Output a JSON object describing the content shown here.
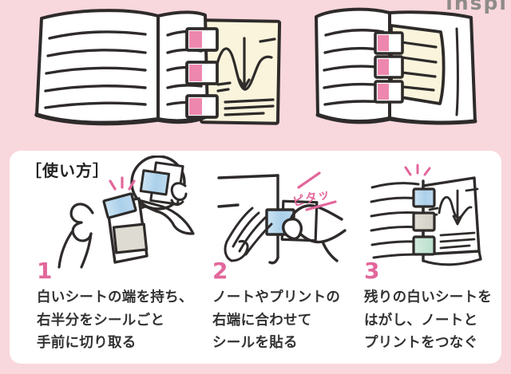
{
  "brand": {
    "logo_text": "inspi",
    "logo_dot_icon": "lightbulb"
  },
  "usage": {
    "title": "［使い方］",
    "steps": [
      {
        "number": "1",
        "lines": [
          "白いシートの端を持ち、",
          "右半分をシールごと",
          "手前に切り取る"
        ]
      },
      {
        "number": "2",
        "sfx": "ピタッ",
        "lines": [
          "ノートやプリントの",
          "右端に合わせて",
          "シールを貼る"
        ]
      },
      {
        "number": "3",
        "lines": [
          "残りの白いシートを",
          "はがし、ノートと",
          "プリントをつなぐ"
        ]
      }
    ]
  },
  "colors": {
    "background_pink": "#f8d7dd",
    "panel_white": "#ffffff",
    "accent_pink": "#e2679b",
    "seal_pink": "#ee87ae",
    "paper_cream": "#faf4dc",
    "seal_blue": "#b9d9ee",
    "seal_gray": "#d9d6cd",
    "seal_mint": "#c4e4d4",
    "line_dark": "#2e2b2a",
    "text_dark": "#323232"
  }
}
